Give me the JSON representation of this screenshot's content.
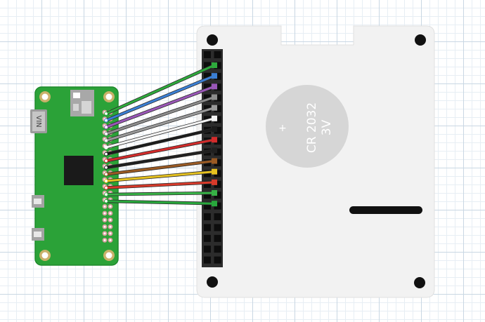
{
  "battery": {
    "model": "CR 2032",
    "voltage": "3V",
    "polarity": "+"
  },
  "pi_zero": {
    "hdmi_label": "VIN"
  },
  "colors": {
    "pi_board": "#2ba238",
    "pi_board_edge": "#1f8a2d",
    "rtc_board": "#f2f2f2",
    "header": "#2c2c2c",
    "chip": "#1a1a1a"
  },
  "wires": [
    {
      "name": "wire-green-1",
      "color": "#2eaa3c"
    },
    {
      "name": "wire-blue",
      "color": "#3b7fd4"
    },
    {
      "name": "wire-purple",
      "color": "#9a57b7"
    },
    {
      "name": "wire-gray-1",
      "color": "#8c8c8c"
    },
    {
      "name": "wire-gray-2",
      "color": "#9a9a9a"
    },
    {
      "name": "wire-white",
      "color": "#f4f4f4"
    },
    {
      "name": "wire-black-1",
      "color": "#1c1c1c"
    },
    {
      "name": "wire-red-1",
      "color": "#d32b2b"
    },
    {
      "name": "wire-black-2",
      "color": "#202020"
    },
    {
      "name": "wire-brown",
      "color": "#9a5a23"
    },
    {
      "name": "wire-yellow",
      "color": "#e5c11f"
    },
    {
      "name": "wire-red-2",
      "color": "#d83a2a"
    },
    {
      "name": "wire-green-2",
      "color": "#37b246"
    },
    {
      "name": "wire-green-3",
      "color": "#28a83c"
    }
  ]
}
